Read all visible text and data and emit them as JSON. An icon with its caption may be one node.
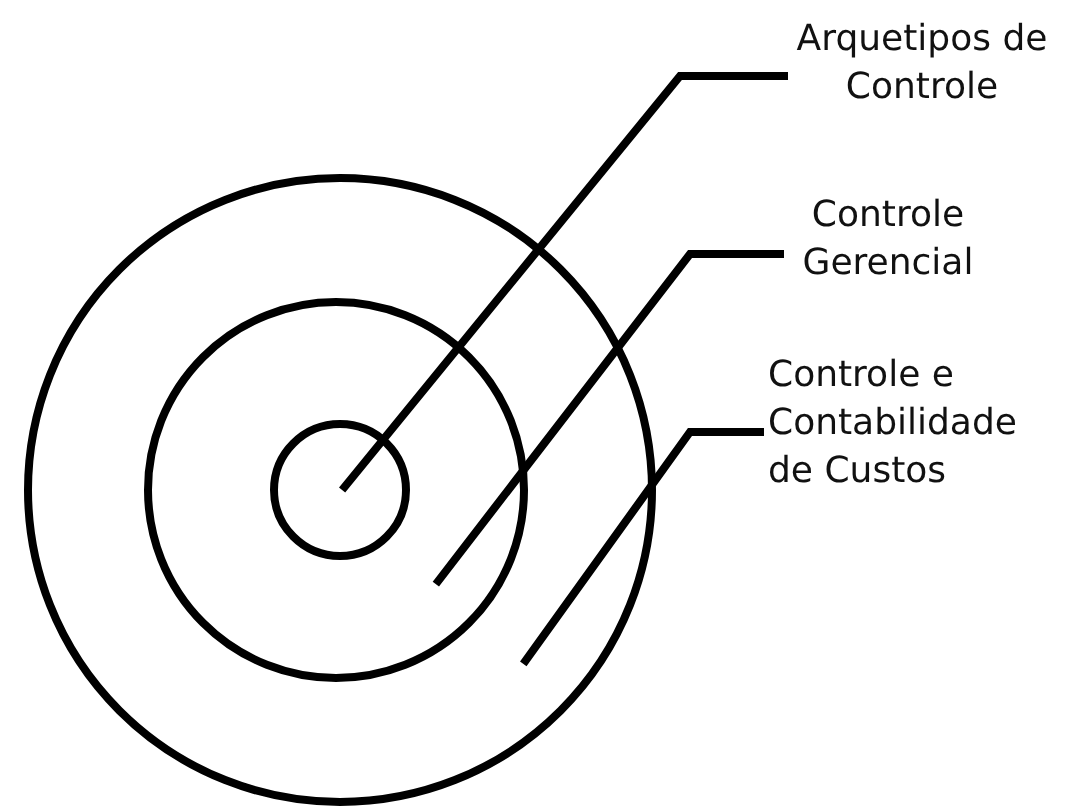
{
  "diagram": {
    "nodes": [
      {
        "text": [
          "Arquetipos de Controle"
        ]
      },
      {
        "text": [
          "Controle Gerencial"
        ]
      },
      {
        "text": [
          "Controle e Contabilidade de Custos"
        ]
      },
      {
        "text": [],
        "shape": "circle"
      },
      {
        "text": [],
        "shape": "circle",
        "in": 3
      },
      {
        "text": [],
        "shape": "circle",
        "in": 4
      }
    ],
    "edges": [
      {
        "from": 0,
        "to": 5,
        "arrow": "none"
      },
      {
        "from": 1,
        "to": 4,
        "arrow": "none"
      },
      {
        "from": 2,
        "to": 3,
        "arrow": "none"
      }
    ]
  }
}
